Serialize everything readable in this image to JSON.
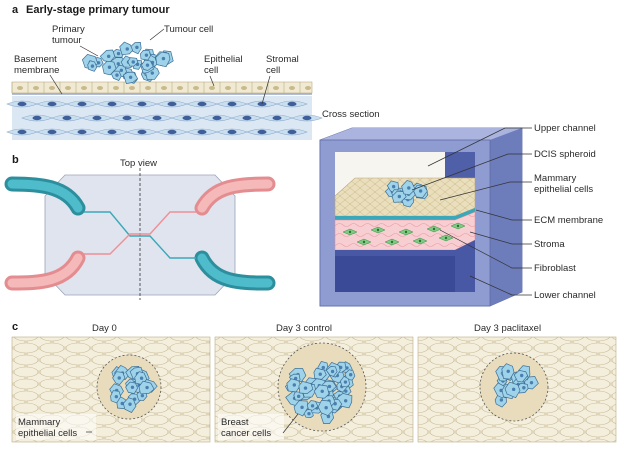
{
  "panel_a": {
    "letter": "a",
    "title": "Early-stage primary tumour",
    "labels": {
      "primary_tumour_1": "Primary",
      "primary_tumour_2": "tumour",
      "tumour_cell": "Tumour cell",
      "basement_1": "Basement",
      "basement_2": "membrane",
      "epithelial_1": "Epithelial",
      "epithelial_2": "cell",
      "stromal_1": "Stromal",
      "stromal_2": "cell"
    }
  },
  "panel_b": {
    "letter": "b",
    "top_view": "Top view",
    "cross_section": "Cross section",
    "callouts": {
      "upper_channel": "Upper channel",
      "dcis_spheroid": "DCIS spheroid",
      "mammary_1": "Mammary",
      "mammary_2": "epithelial cells",
      "ecm_membrane": "ECM membrane",
      "stroma": "Stroma",
      "fibroblast": "Fibroblast",
      "lower_channel": "Lower channel"
    }
  },
  "panel_c": {
    "letter": "c",
    "day0": "Day 0",
    "day3_control": "Day 3 control",
    "day3_paclitaxel": "Day 3 paclitaxel",
    "mammary_1": "Mammary",
    "mammary_2": "epithelial cells",
    "breast_1": "Breast",
    "breast_2": "cancer cells"
  },
  "colors": {
    "cell_blue": "#9fd3ea",
    "cell_nucleus": "#4a7fb0",
    "stroma_blue": "#c9dff0",
    "stromal_nucleus": "#3f5f9a",
    "epithelial_layer": "#f1ead3",
    "channel_teal": "#3aa8b8",
    "channel_pink": "#f2a3a3",
    "chip_body": "#dfe4ee",
    "box_frame": "#7a8ac2",
    "box_inner": "#4458a0",
    "tissue_tan": "#e7dcc4"
  }
}
